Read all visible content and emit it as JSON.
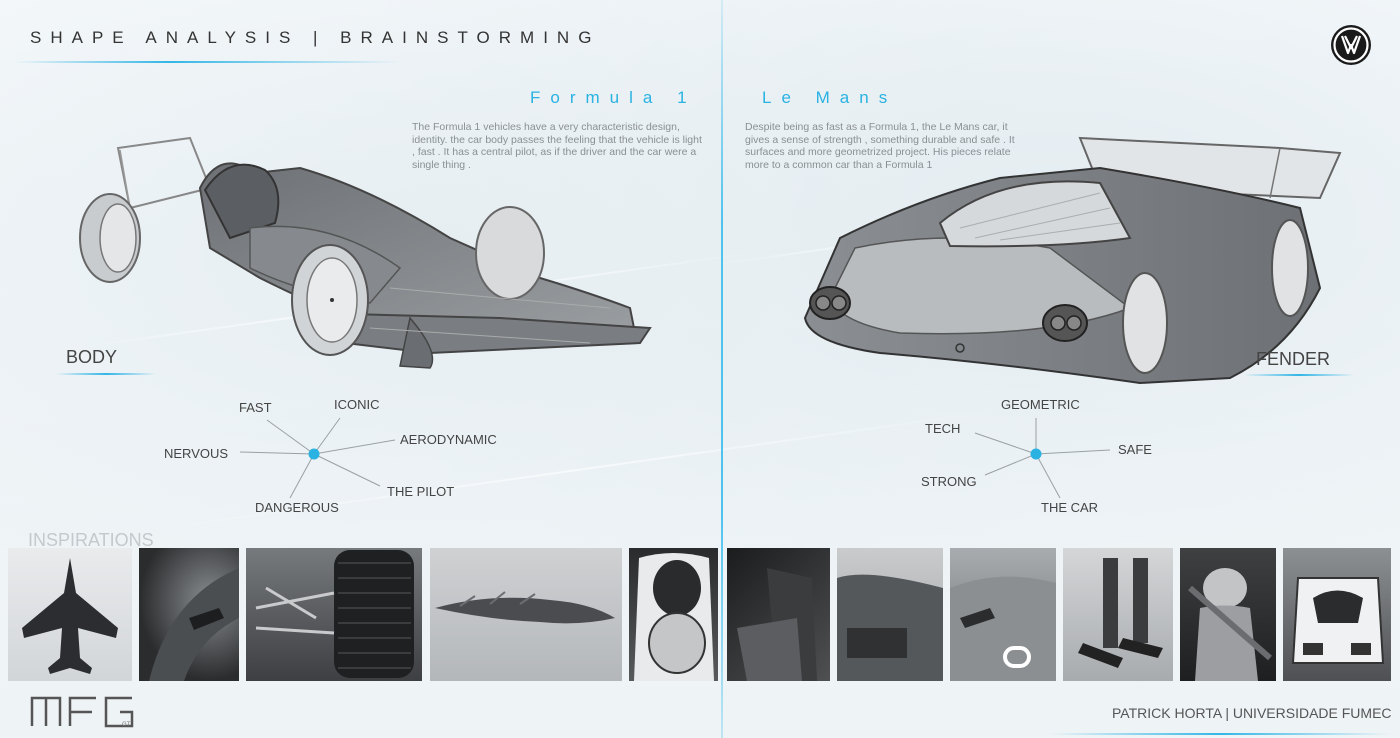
{
  "header": {
    "title": "SHAPE ANALYSIS | BRAINSTORMING"
  },
  "logos": {
    "brand_icon": "vw-logo-icon",
    "team_icon": "mfg-gt-logo-icon",
    "team_small_text": "GT"
  },
  "left": {
    "heading": "Formula 1",
    "description": "The Formula 1 vehicles have a very characteristic design, identity. the car body passes the feeling that the vehicle is light , fast . It has a central pilot, as if the driver and the car were a single thing .",
    "section_label": "BODY",
    "keywords": [
      "FAST",
      "ICONIC",
      "AERODYNAMIC",
      "NERVOUS",
      "THE PILOT",
      "DANGEROUS"
    ]
  },
  "right": {
    "heading": "Le Mans",
    "description": "Despite being as fast as a Formula 1, the Le Mans car, it gives a sense of strength , something durable and safe . It surfaces and more geometrized project. His pieces relate more to a common car than a Formula 1",
    "section_label": "FENDER",
    "keywords": [
      "GEOMETRIC",
      "TECH",
      "SAFE",
      "STRONG",
      "THE CAR"
    ]
  },
  "inspirations": {
    "label": "INSPIRATIONS"
  },
  "footer": {
    "credit": "PATRICK HORTA | UNIVERSIDADE FUMEC"
  },
  "colors": {
    "accent": "#29b2e2",
    "text": "#444444",
    "muted": "#8a8f93"
  }
}
